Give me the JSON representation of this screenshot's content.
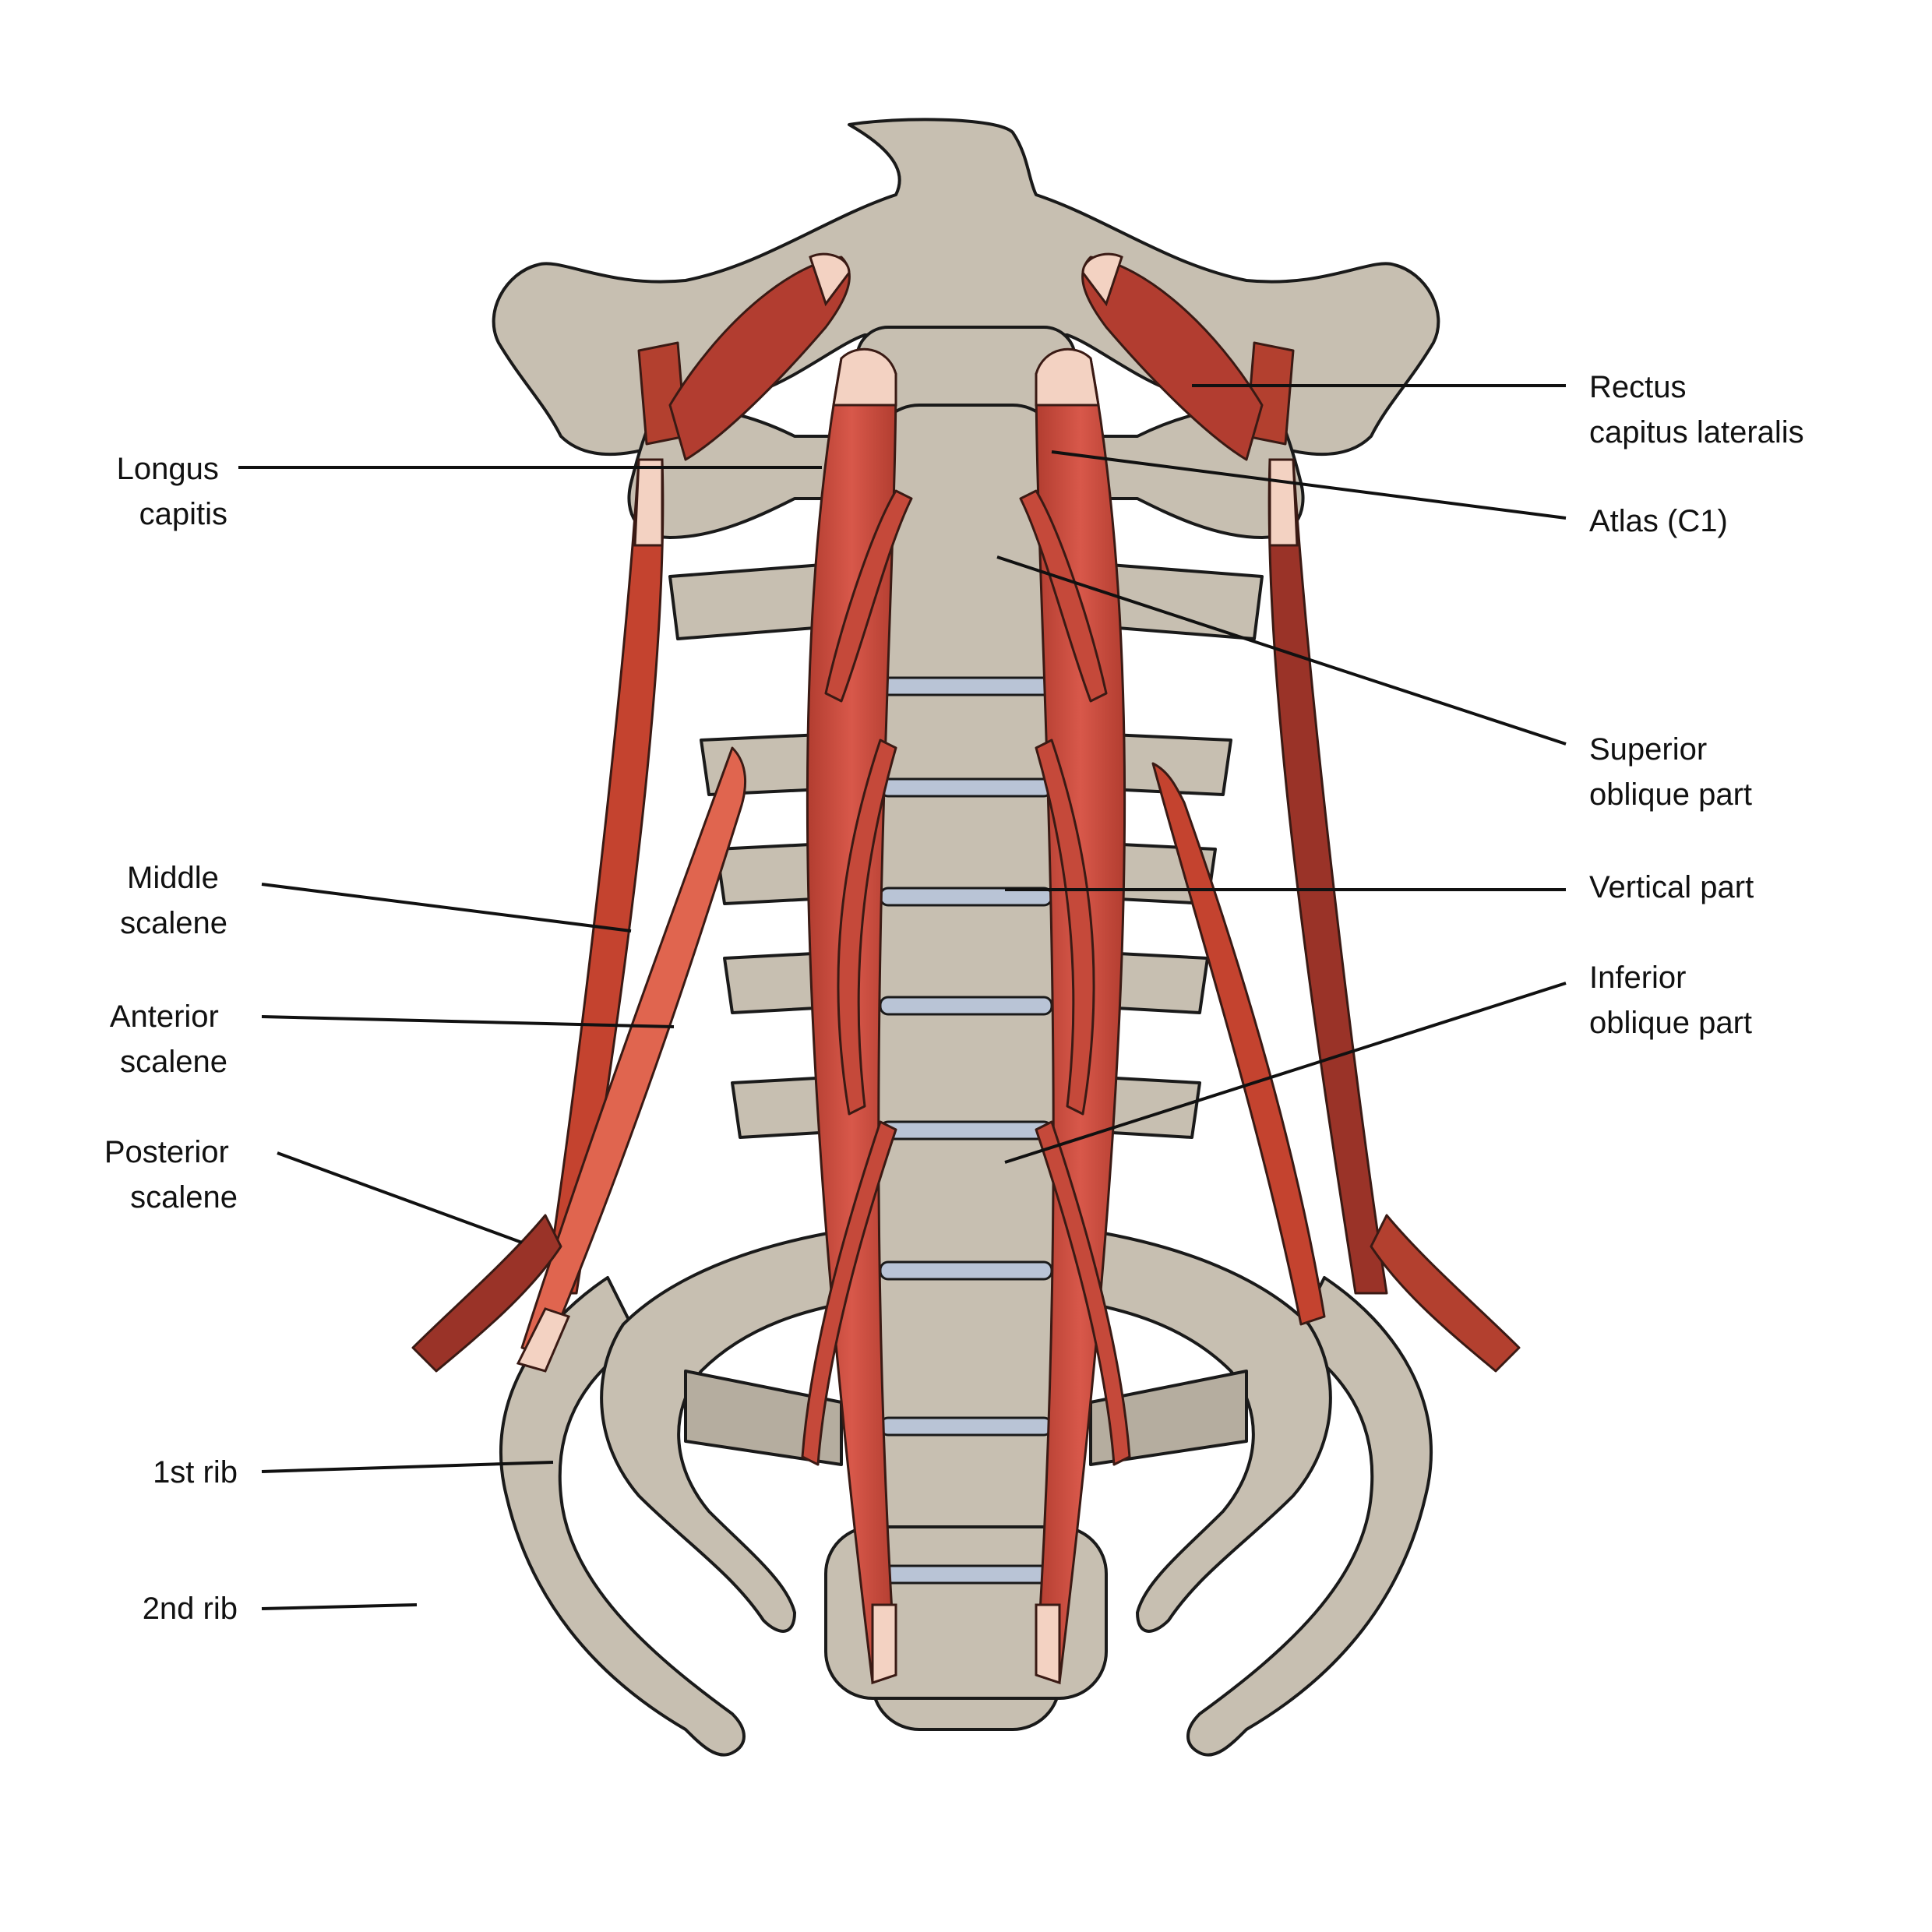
{
  "labels": {
    "rectus_capitis_lateralis": [
      "Rectus",
      "capitus lateralis"
    ],
    "longus_capitis": [
      "Longus",
      "capitis"
    ],
    "atlas": [
      "Atlas (C1)"
    ],
    "superior_oblique": [
      "Superior",
      "oblique part"
    ],
    "vertical_part": [
      "Vertical part"
    ],
    "inferior_oblique": [
      "Inferior",
      "oblique part"
    ],
    "middle_scalene": [
      "Middle",
      "scalene"
    ],
    "anterior_scalene": [
      "Anterior",
      "scalene"
    ],
    "posterior_scalene": [
      "Posterior",
      "scalene"
    ],
    "first_rib": [
      "1st rib"
    ],
    "second_rib": [
      "2nd rib"
    ]
  },
  "colors": {
    "bone": "#c7bfb1",
    "muscle": "#c9493a",
    "muscle_dark": "#9a3328",
    "muscle_light": "#e0654f",
    "tendon": "#f3d2c2",
    "disc": "#b9c4d6"
  }
}
